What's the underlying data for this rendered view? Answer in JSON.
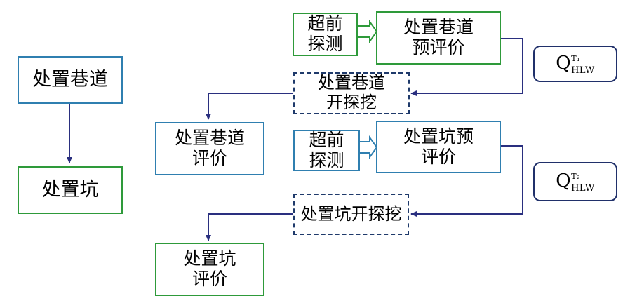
{
  "left_flow": {
    "box1": "处置巷道",
    "box2": "处置坑"
  },
  "upper": {
    "probe": "超前\n探测",
    "preeval": "处置巷道\n预评价",
    "q_main": "Q",
    "q_sup": "T₁",
    "q_sub": "HLW",
    "excavate": "处置巷道\n开探挖",
    "eval": "处置巷道\n评价"
  },
  "lower": {
    "probe": "超前\n探测",
    "preeval": "处置坑预\n评价",
    "q_main": "Q",
    "q_sup": "T₂",
    "q_sub": "HLW",
    "excavate": "处置坑开探挖",
    "eval": "处置坑\n评价"
  }
}
